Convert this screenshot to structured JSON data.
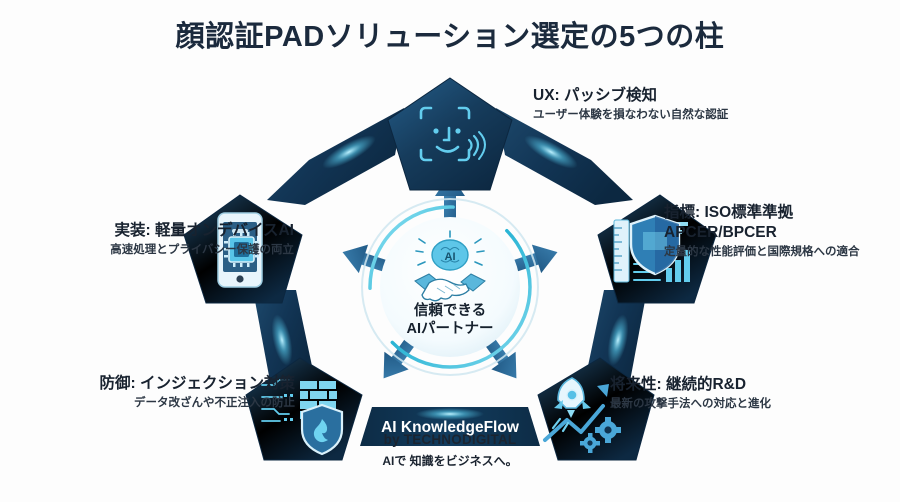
{
  "page": {
    "title": "顔認証PADソリューション選定の5つの柱",
    "background_color": "#fdfdfd",
    "title_color": "#1b2a3d"
  },
  "theme": {
    "node_navy_dark": "#11314b",
    "node_navy_light": "#245882",
    "connector_navy": "#16344e",
    "accent_cyan": "#3fc6e8",
    "accent_blue": "#2f78ad",
    "arrow_blue": "#2d6f9e",
    "hub_ring_cyan": "#2fbdd8",
    "label_dark": "#18222f"
  },
  "hub": {
    "name": "center-hub",
    "icon": "ai-brain-handshake-icon",
    "line1": "信頼できる",
    "line2": "AIパートナー"
  },
  "pillars": [
    {
      "id": "ux",
      "position": "top",
      "icon": "face-scan-icon",
      "title": "UX: パッシブ検知",
      "subtitle": "ユーザー体験を損なわない自然な認証"
    },
    {
      "id": "metrics",
      "position": "right",
      "icon": "ruler-shield-chart-icon",
      "title_line1": "指標: ISO標準準拠",
      "title_line2": "APCER/BPCER",
      "subtitle": "定量的な性能評価と国際規格への適合"
    },
    {
      "id": "future",
      "position": "bottom-right",
      "icon": "rocket-growth-gears-icon",
      "title": "将来性: 継続的R&D",
      "subtitle": "最新の攻撃手法への対応と進化"
    },
    {
      "id": "defense",
      "position": "bottom-left",
      "icon": "firewall-shield-flame-icon",
      "title": "防御: インジェクション対策",
      "subtitle": "データ改ざんや不正注入の防止"
    },
    {
      "id": "implementation",
      "position": "left",
      "icon": "smartphone-chip-icon",
      "title": "実装: 軽量オンデバイスAI",
      "subtitle": "高速処理とプライバシー保護の両立"
    }
  ],
  "branding": {
    "product": "AI KnowledgeFlow",
    "by": "by TECHNODIGITAL",
    "tagline": "AIで 知識をビジネスへ。"
  }
}
